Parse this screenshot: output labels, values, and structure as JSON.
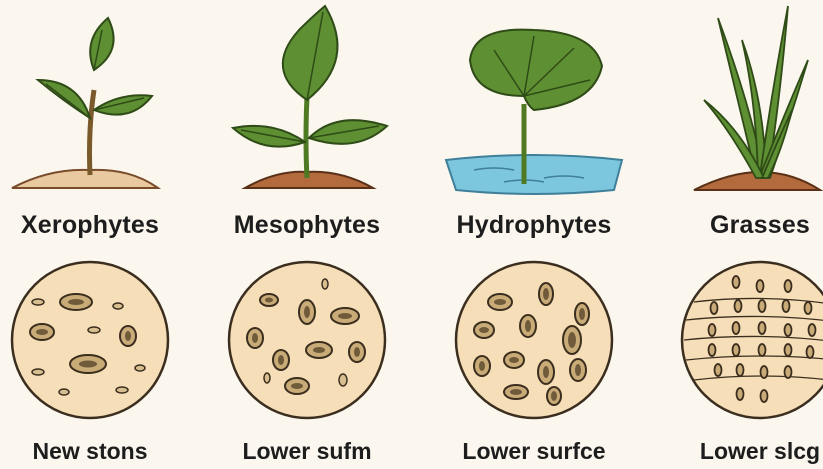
{
  "panels": [
    {
      "plant": "Xerophytes",
      "surface": "New stons"
    },
    {
      "plant": "Mesophytes",
      "surface": "Lower sufm"
    },
    {
      "plant": "Hydrophytes",
      "surface": "Lower surfce"
    },
    {
      "plant": "Grasses",
      "surface": "Lower slcg"
    }
  ],
  "colors": {
    "background": "#fbf7ef",
    "leaf": "#5e8f32",
    "leaf_dark": "#3f6a22",
    "soil": "#b36a3c",
    "water": "#7cc6de",
    "disc_fill": "#f6dfb8",
    "stomata_fill": "#c9ab78",
    "stomata_core": "#6f5a3a"
  }
}
